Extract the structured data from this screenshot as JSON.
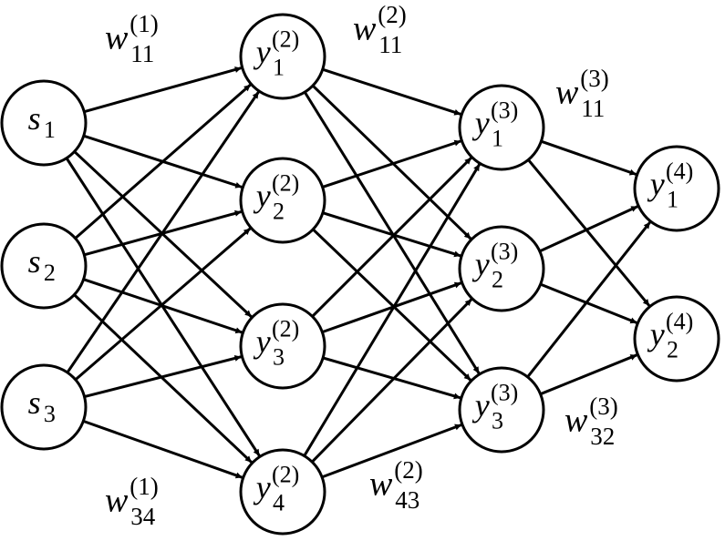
{
  "nodes": {
    "s1": {
      "base": "s",
      "sub": "1"
    },
    "s2": {
      "base": "s",
      "sub": "2"
    },
    "s3": {
      "base": "s",
      "sub": "3"
    },
    "y21": {
      "base": "y",
      "sup": "(2)",
      "sub": "1"
    },
    "y22": {
      "base": "y",
      "sup": "(2)",
      "sub": "2"
    },
    "y23": {
      "base": "y",
      "sup": "(2)",
      "sub": "3"
    },
    "y24": {
      "base": "y",
      "sup": "(2)",
      "sub": "4"
    },
    "y31": {
      "base": "y",
      "sup": "(3)",
      "sub": "1"
    },
    "y32": {
      "base": "y",
      "sup": "(3)",
      "sub": "2"
    },
    "y33": {
      "base": "y",
      "sup": "(3)",
      "sub": "3"
    },
    "y41": {
      "base": "y",
      "sup": "(4)",
      "sub": "1"
    },
    "y42": {
      "base": "y",
      "sup": "(4)",
      "sub": "2"
    }
  },
  "weights": {
    "w1_11": {
      "base": "w",
      "sup": "(1)",
      "sub": "11"
    },
    "w2_11": {
      "base": "w",
      "sup": "(2)",
      "sub": "11"
    },
    "w3_11": {
      "base": "w",
      "sup": "(3)",
      "sub": "11"
    },
    "w1_34": {
      "base": "w",
      "sup": "(1)",
      "sub": "34"
    },
    "w2_43": {
      "base": "w",
      "sup": "(2)",
      "sub": "43"
    },
    "w3_32": {
      "base": "w",
      "sup": "(3)",
      "sub": "32"
    }
  },
  "edges": [
    [
      "s1",
      "y21"
    ],
    [
      "s1",
      "y22"
    ],
    [
      "s1",
      "y23"
    ],
    [
      "s1",
      "y24"
    ],
    [
      "s2",
      "y21"
    ],
    [
      "s2",
      "y22"
    ],
    [
      "s2",
      "y23"
    ],
    [
      "s2",
      "y24"
    ],
    [
      "s3",
      "y21"
    ],
    [
      "s3",
      "y22"
    ],
    [
      "s3",
      "y23"
    ],
    [
      "s3",
      "y24"
    ],
    [
      "y21",
      "y31"
    ],
    [
      "y21",
      "y32"
    ],
    [
      "y21",
      "y33"
    ],
    [
      "y22",
      "y31"
    ],
    [
      "y22",
      "y32"
    ],
    [
      "y22",
      "y33"
    ],
    [
      "y23",
      "y31"
    ],
    [
      "y23",
      "y32"
    ],
    [
      "y23",
      "y33"
    ],
    [
      "y24",
      "y31"
    ],
    [
      "y24",
      "y32"
    ],
    [
      "y24",
      "y33"
    ],
    [
      "y31",
      "y41"
    ],
    [
      "y31",
      "y42"
    ],
    [
      "y32",
      "y41"
    ],
    [
      "y32",
      "y42"
    ],
    [
      "y33",
      "y41"
    ],
    [
      "y33",
      "y42"
    ]
  ]
}
